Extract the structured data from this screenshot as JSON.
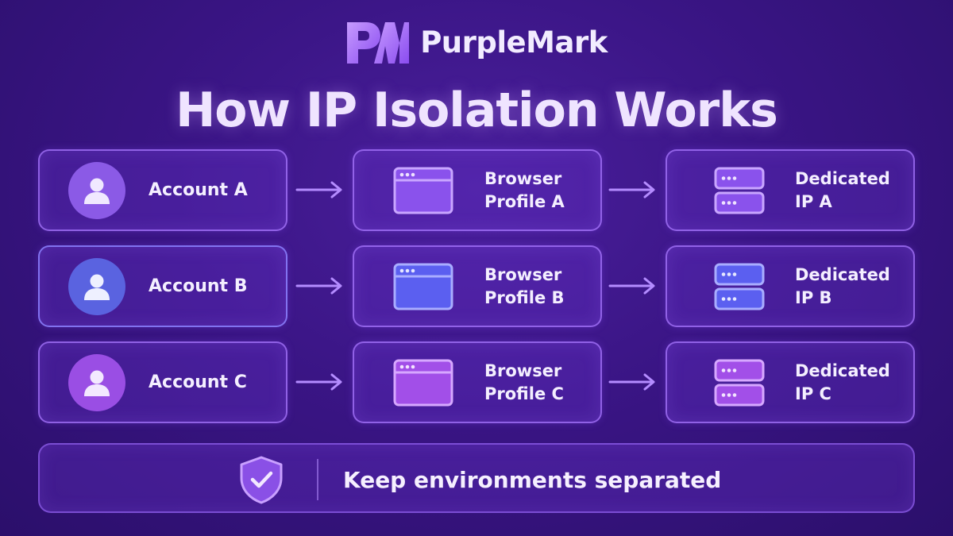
{
  "brand": {
    "name": "PurpleMark",
    "logo_text": "PM"
  },
  "title": "How IP Isolation Works",
  "rows": [
    {
      "account": "Account A",
      "browser_line1": "Browser",
      "browser_line2": "Profile A",
      "ip_line1": "Dedicated",
      "ip_line2": "IP A",
      "color": "#7e4ad6",
      "light": "#b48cff"
    },
    {
      "account": "Account B",
      "browser_line1": "Browser",
      "browser_line2": "Profile B",
      "ip_line1": "Dedicated",
      "ip_line2": "IP B",
      "color": "#4e56d8",
      "light": "#8f96ff"
    },
    {
      "account": "Account C",
      "browser_line1": "Browser",
      "browser_line2": "Profile C",
      "ip_line1": "Dedicated",
      "ip_line2": "IP C",
      "color": "#8b3fd6",
      "light": "#c78bff"
    }
  ],
  "footer": {
    "text": "Keep environments separated",
    "icon": "shield-check-icon"
  },
  "icons": {
    "account": "user-icon",
    "browser": "browser-window-icon",
    "ip": "server-icon",
    "arrow": "arrow-right-icon"
  }
}
